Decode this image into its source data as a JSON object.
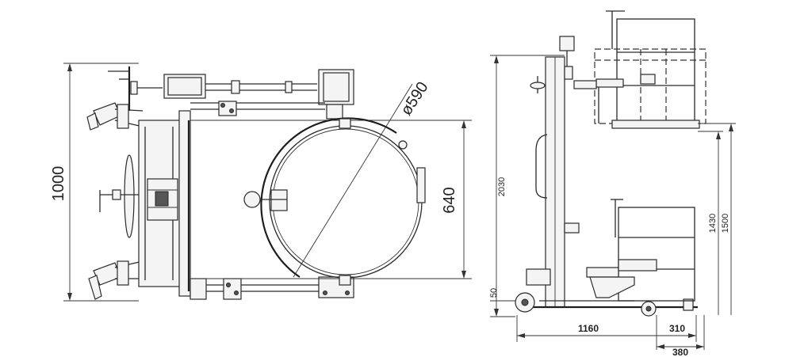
{
  "colors": {
    "line": "#2a2a2a",
    "background": "#ffffff",
    "part_fill": "#f4f4f4"
  },
  "top_view": {
    "dim_width": "1000",
    "dim_depth": "640",
    "dim_drum_diameter": "ø590"
  },
  "side_view": {
    "dim_total_height": "2030",
    "dim_ground_clearance": "50",
    "dim_lift_height_1430": "1430",
    "dim_lift_height_1500": "1500",
    "dim_wheelbase": "1160",
    "dim_leg_310": "310",
    "dim_leg_380": "380"
  }
}
